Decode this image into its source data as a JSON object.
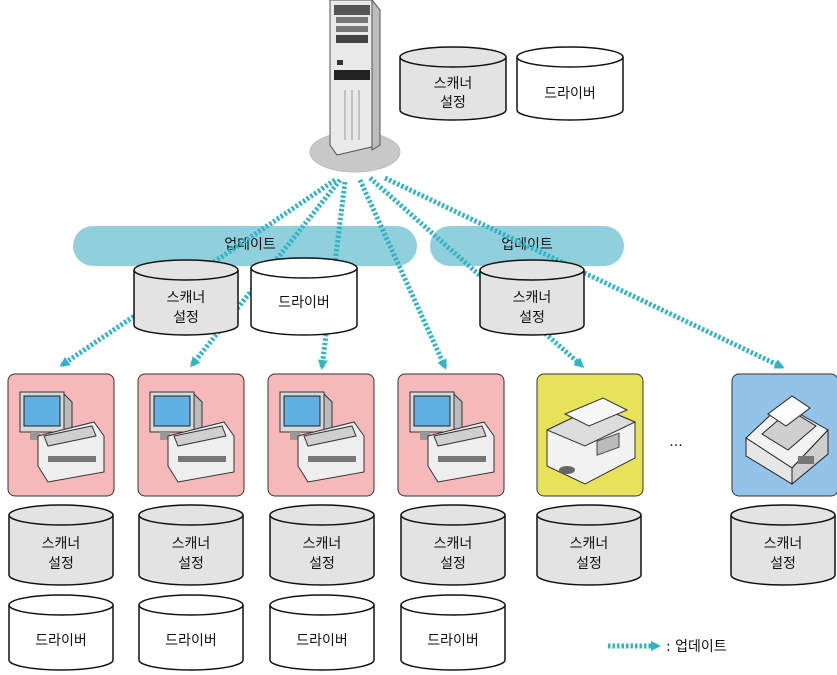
{
  "labels": {
    "scanner_settings_line1": "스캐너",
    "scanner_settings_line2": "설정",
    "driver": "드라이버",
    "update": "업데이트",
    "ellipsis": "...",
    "legend_text": ":  업데이트"
  },
  "colors": {
    "arrow": "#33b3c4",
    "band": "#8fd0dc",
    "cylinder_gray": "#e3e3e3",
    "cylinder_white": "#ffffff",
    "pc_scanner_box": "#f6b9b9",
    "yellow_box": "#e6e35a",
    "blue_box": "#93c3e9",
    "server_base": "#c8c8c8"
  },
  "icons": {
    "server": "server-tower-icon",
    "pc_scanner": "pc-with-scanner-icon",
    "compact_scanner": "compact-scanner-icon",
    "network_scanner": "network-scanner-icon"
  }
}
